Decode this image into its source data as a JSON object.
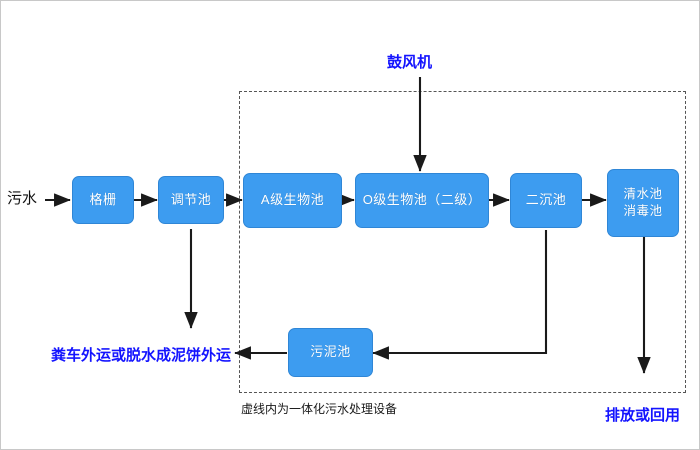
{
  "diagram": {
    "title_caption": "虚线内为一体化污水处理设备",
    "dashed_zone_name": "一体化污水处理设备",
    "colors": {
      "node_fill": "#3d9cf0",
      "node_border": "#2f86d6",
      "node_text": "#ffffff",
      "accent_label": "#1414ff",
      "wire": "#1a1a1a",
      "dashed_border": "#555555",
      "background": "#ffffff"
    },
    "nodes": [
      {
        "id": "gezha",
        "label": "格栅",
        "line2": ""
      },
      {
        "id": "tiaojie",
        "label": "调节池",
        "line2": ""
      },
      {
        "id": "a_bio",
        "label": "A级生物池",
        "line2": ""
      },
      {
        "id": "o_bio",
        "label": "O级生物池（二级）",
        "line2": ""
      },
      {
        "id": "erchen",
        "label": "二沉池",
        "line2": ""
      },
      {
        "id": "qingshui",
        "label": "清水池",
        "line2": "消毒池"
      },
      {
        "id": "wuni",
        "label": "污泥池",
        "line2": ""
      }
    ],
    "labels": {
      "influent": "污水",
      "blower": "鼓风机",
      "sludge_disposal": "粪车外运或脱水成泥饼外运",
      "effluent": "排放或回用"
    }
  }
}
